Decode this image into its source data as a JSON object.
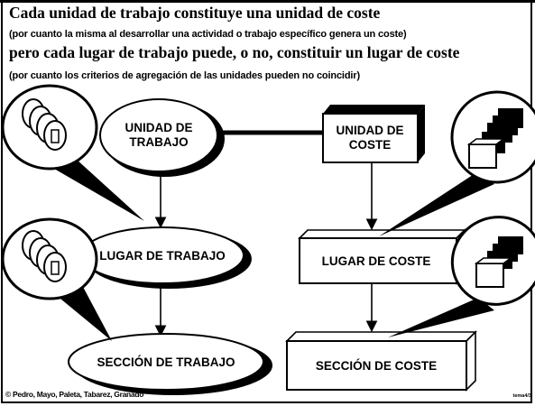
{
  "header": {
    "title_line1": "Cada unidad de trabajo constituye una unidad de coste",
    "subtitle_line1": "(por cuanto la misma al desarrollar una actividad o trabajo específico genera un coste)",
    "title_line2": "pero cada lugar de trabajo puede, o no, constituir un lugar de coste",
    "subtitle_line2": "(por cuanto los criterios de agregación de las unidades pueden no coincidir)"
  },
  "left_column": {
    "node1_line1": "UNIDAD DE",
    "node1_line2": "TRABAJO",
    "node2": "LUGAR DE TRABAJO",
    "node3": "SECCIÓN  DE TRABAJO"
  },
  "right_column": {
    "node1_line1": "UNIDAD DE",
    "node1_line2": "COSTE",
    "node2": "LUGAR DE COSTE",
    "node3": "SECCIÓN DE COSTE"
  },
  "footer": {
    "copyright": "© Pedro, Mayo, Paleta, Tabarez, Granado",
    "page_ref": "tema4/3"
  },
  "colors": {
    "ink": "#000000",
    "paper": "#ffffff"
  },
  "icons": [
    "cylinder-stack-icon",
    "box-stack-icon"
  ]
}
